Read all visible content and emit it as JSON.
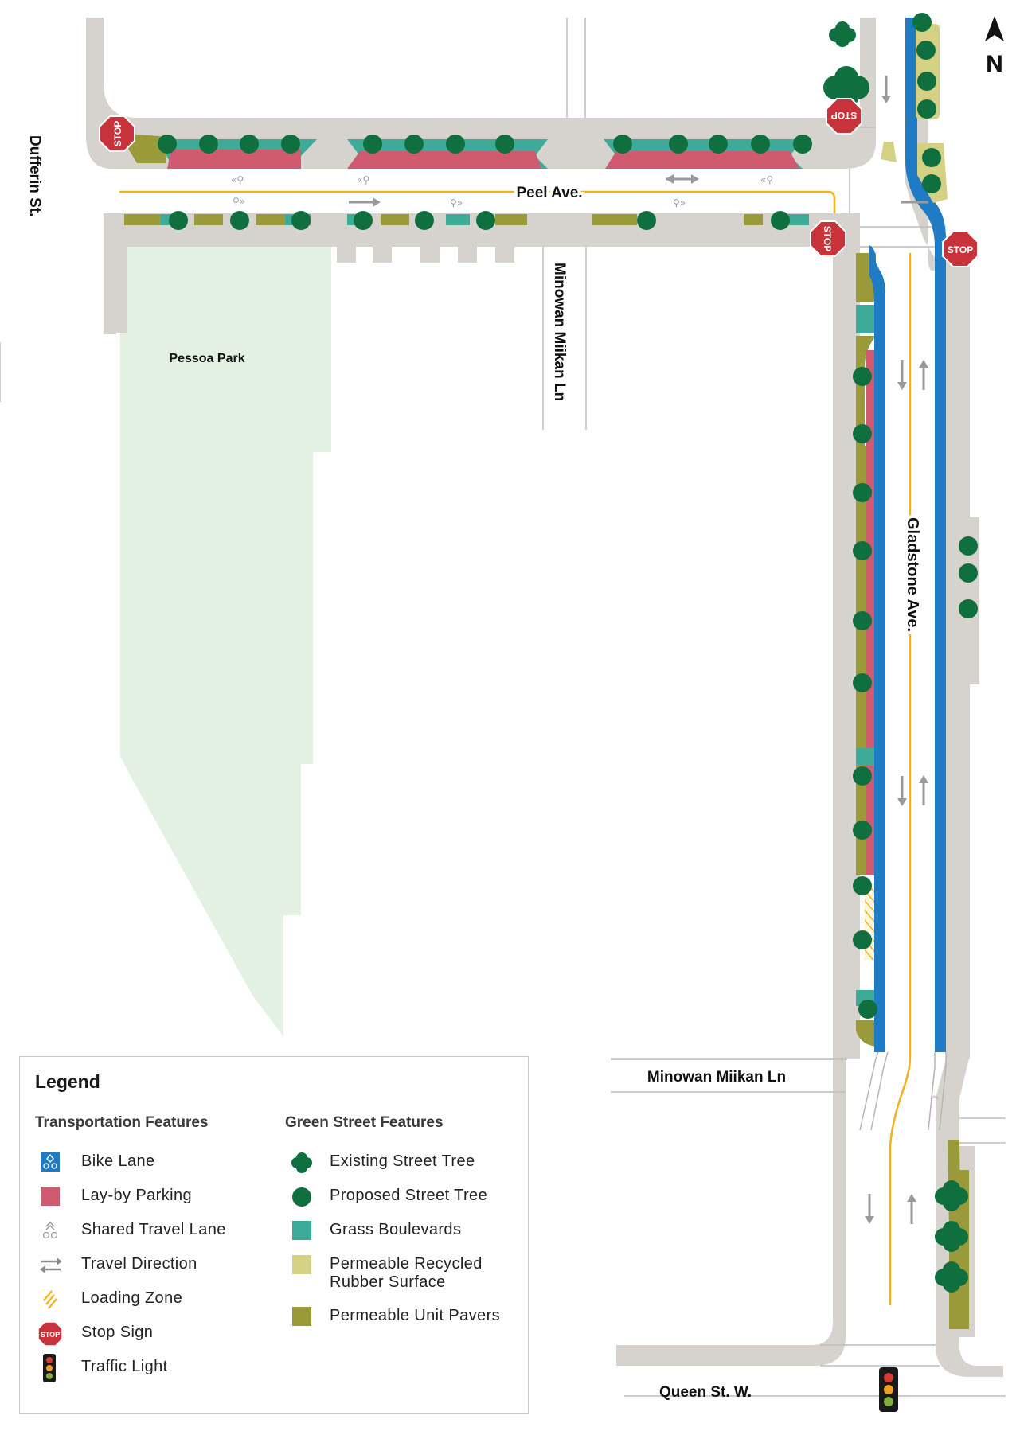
{
  "north_label": "N",
  "streets": {
    "dufferin": "Dufferin St.",
    "peel": "Peel Ave.",
    "minowan_north": "Minowan Miikan Ln",
    "minowan_south": "Minowan Miikan Ln",
    "gladstone": "Gladstone Ave.",
    "queen": "Queen St. W."
  },
  "park_label": "Pessoa Park",
  "stop_text": "STOP",
  "colors": {
    "sidewalk": "#d6d3ce",
    "bike_lane": "#1f7bc4",
    "layby_parking": "#d05b70",
    "grass_boulevard": "#3dab98",
    "recycled_rubber": "#d4d184",
    "unit_pavers": "#9b9a3a",
    "proposed_tree": "#0f6f3e",
    "existing_tree": "#0f6f3e",
    "park": "#e2f1e2",
    "centre_line": "#f2b21b",
    "stop_sign": "#c8323a"
  },
  "legend": {
    "title": "Legend",
    "transportation_title": "Transportation Features",
    "green_title": "Green Street Features",
    "transportation": [
      {
        "label": "Bike Lane",
        "icon": "bike-lane-icon"
      },
      {
        "label": "Lay-by Parking",
        "icon": "layby-parking-icon"
      },
      {
        "label": "Shared Travel Lane",
        "icon": "shared-lane-icon"
      },
      {
        "label": "Travel Direction",
        "icon": "travel-direction-icon"
      },
      {
        "label": "Loading Zone",
        "icon": "loading-zone-icon"
      },
      {
        "label": "Stop Sign",
        "icon": "stop-sign-icon"
      },
      {
        "label": "Traffic Light",
        "icon": "traffic-light-icon"
      }
    ],
    "green": [
      {
        "label": "Existing Street Tree",
        "icon": "existing-tree-icon"
      },
      {
        "label": "Proposed Street Tree",
        "icon": "proposed-tree-icon"
      },
      {
        "label": "Grass Boulevards",
        "icon": "grass-boulevard-icon"
      },
      {
        "label": "Permeable Recycled Rubber Surface",
        "line1": "Permeable Recycled",
        "line2": "Rubber Surface",
        "icon": "recycled-rubber-icon"
      },
      {
        "label": "Permeable Unit Pavers",
        "icon": "unit-pavers-icon"
      }
    ]
  }
}
